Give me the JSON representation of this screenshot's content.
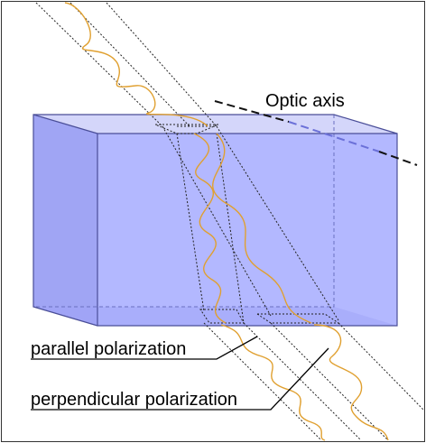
{
  "labels": {
    "optic_axis": "Optic axis",
    "parallel": "parallel polarization",
    "perpendicular": "perpendicular polarization"
  },
  "colors": {
    "crystal_fill": "#b3b8ff",
    "crystal_edge": "#5b5fa8",
    "wave": "#e0a030",
    "beam_outline": "#222222",
    "optic_axis_dash": "#111111",
    "optic_axis_inside": "#6b70d8"
  }
}
